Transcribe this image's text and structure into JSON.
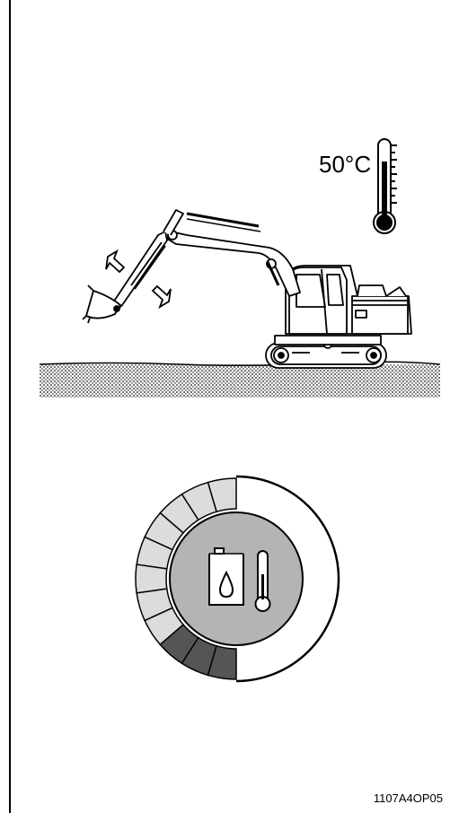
{
  "illustration": {
    "temperature_label": "50°C",
    "figure_code": "1107A4OP05",
    "icons": [
      "thermometer-icon",
      "excavator-illustration",
      "ground-surface",
      "hydraulic-oil-temperature-gauge",
      "hydraulic-oil-tank-icon",
      "gauge-thermometer-icon",
      "direction-arrow-icon"
    ],
    "gauge": {
      "segments_total": 11,
      "dark_segments": 3,
      "colors": {
        "light": "#dcdcdc",
        "dark": "#555555",
        "center": "#b4b4b4"
      }
    }
  }
}
